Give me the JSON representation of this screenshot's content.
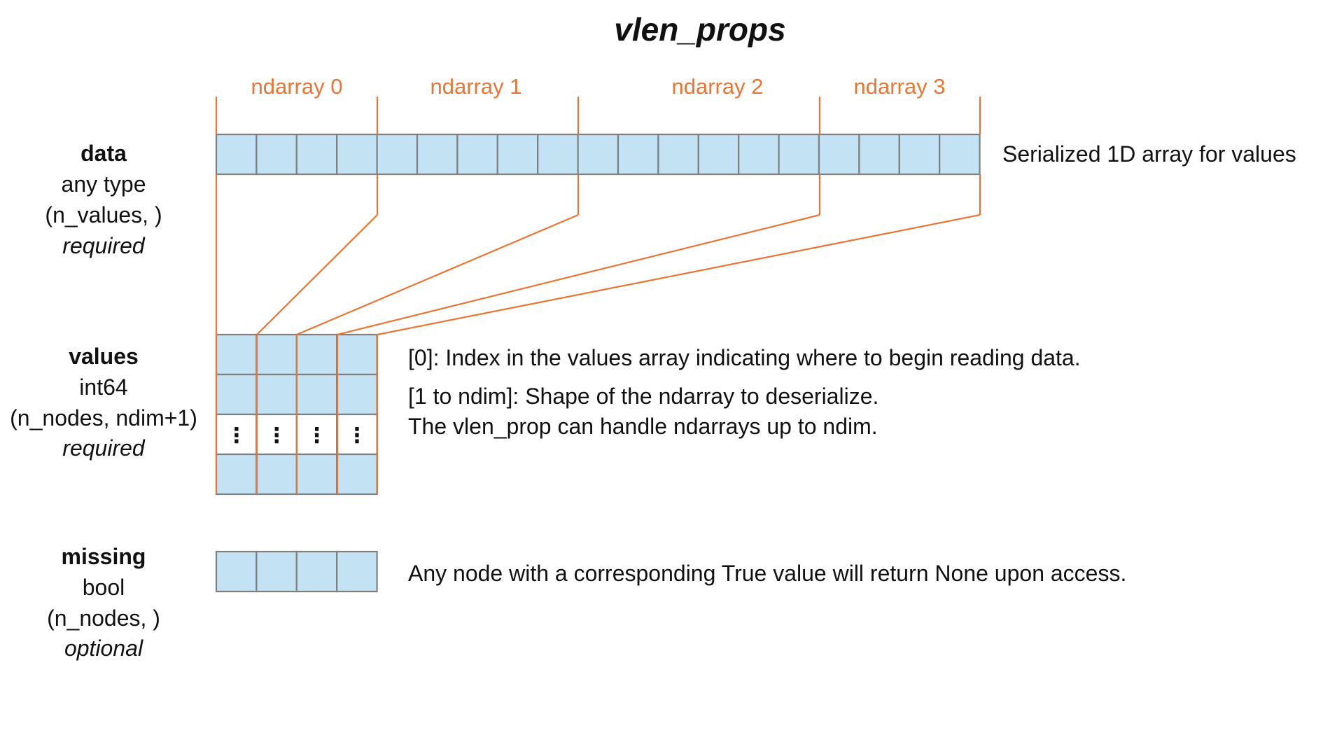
{
  "title": "vlen_props",
  "colors": {
    "accent": "#E87534",
    "cell_fill": "#C3E3F4",
    "cell_stroke": "#7F7F7F",
    "text": "#111111"
  },
  "segments": [
    "ndarray 0",
    "ndarray 1",
    "ndarray 2",
    "ndarray 3"
  ],
  "data_field": {
    "name": "data",
    "dtype": "any type",
    "shape": "(n_values, )",
    "status": "required",
    "cell_count": 19,
    "description": "Serialized 1D array for values"
  },
  "values_field": {
    "name": "values",
    "dtype": "int64",
    "shape": "(n_nodes, ndim+1)",
    "status": "required",
    "description_lines": [
      "[0]: Index in the values array indicating where to begin reading data.",
      "[1 to ndim]: Shape of the ndarray to deserialize.",
      "The vlen_prop can handle ndarrays up to ndim."
    ],
    "ellipsis": "⋮"
  },
  "missing_field": {
    "name": "missing",
    "dtype": "bool",
    "shape": "(n_nodes, )",
    "status": "optional",
    "description": "Any node with a corresponding True value will return None upon access."
  }
}
